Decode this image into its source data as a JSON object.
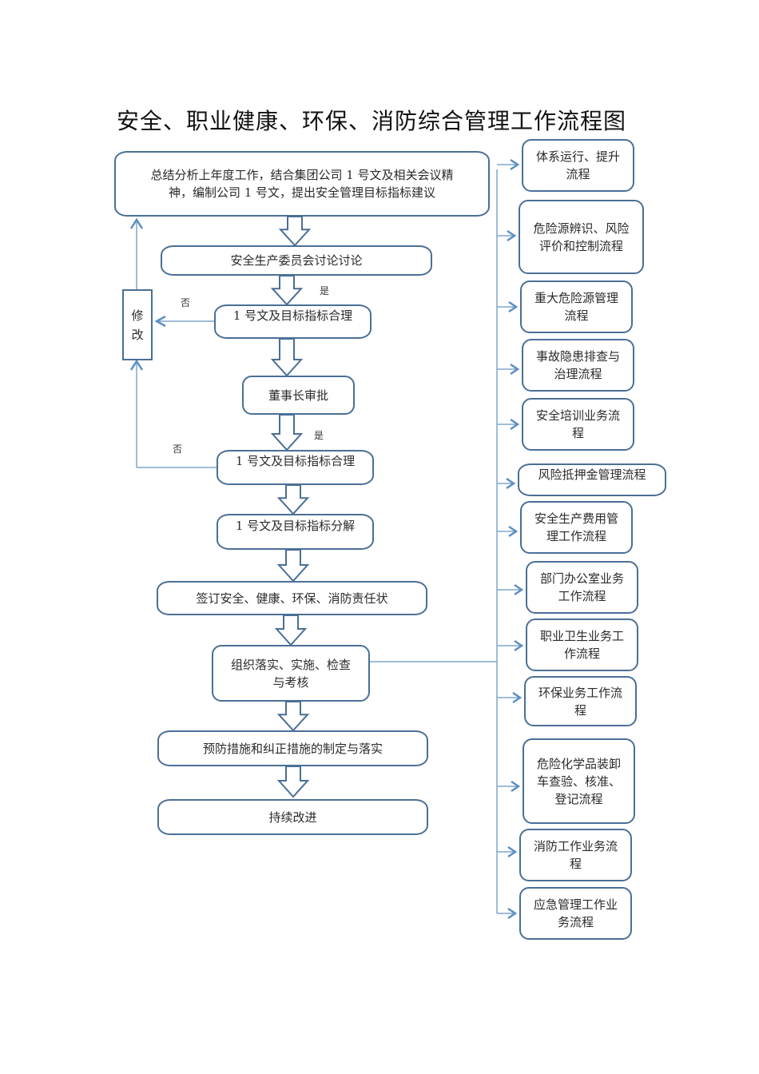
{
  "title": "安全、职业健康、环保、消防综合管理工作流程图",
  "main_flow": [
    "总结分析上年度工作，结合集团公司 1 号文及相关会议精神，编制公司 1 号文，提出安全管理目标指标建议",
    "安全生产委员会讨论讨论",
    "1 号文及目标指标合理",
    "董事长审批",
    "1 号文及目标指标合理",
    "1 号文及目标指标分解",
    "签订安全、健康、环保、消防责任状",
    "组织落实、实施、检查与考核",
    "预防措施和纠正措施的制定与落实",
    "持续改进"
  ],
  "revise_box": "修改",
  "labels": {
    "yes": "是",
    "no": "否"
  },
  "sub_processes": [
    "体系运行、提升流程",
    "危险源辨识、风险评价和控制流程",
    "重大危险源管理流程",
    "事故隐患排查与治理流程",
    "安全培训业务流程",
    "风险抵押金管理流程",
    "安全生产费用管理工作流程",
    "部门办公室业务工作流程",
    "职业卫生业务工作流程",
    "环保业务工作流程",
    "危险化学品装卸车查验、核准、登记流程",
    "消防工作业务流程",
    "应急管理工作业务流程"
  ],
  "colors": {
    "box_border": "#4a6f96",
    "connector": "#7fa6cc",
    "arrow": "#5b8fc4"
  }
}
